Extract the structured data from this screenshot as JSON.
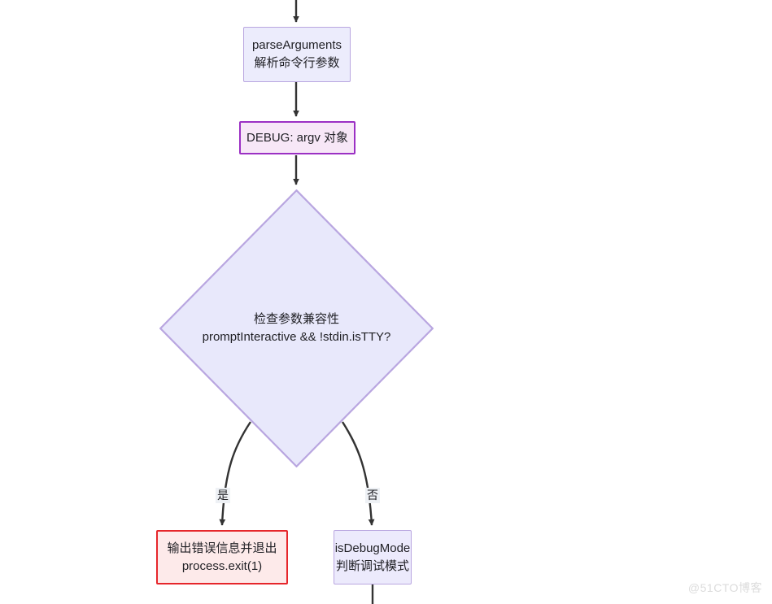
{
  "diagram": {
    "type": "flowchart",
    "direction": "top-to-bottom",
    "background_color": "#ffffff",
    "nodes": [
      {
        "id": "parseArguments",
        "shape": "rectangle",
        "lines": [
          "parseArguments",
          "解析命令行参数"
        ],
        "fill": "#ececfc",
        "stroke": "#b9a6e0"
      },
      {
        "id": "debugArgv",
        "shape": "rectangle",
        "lines": [
          "DEBUG: argv 对象"
        ],
        "fill": "#f7e7f7",
        "stroke": "#9b30c4"
      },
      {
        "id": "checkCompat",
        "shape": "diamond",
        "lines": [
          "检查参数兼容性",
          "promptInteractive && !stdin.isTTY?"
        ],
        "fill": "#e8e8fb",
        "stroke": "#b9a6e0"
      },
      {
        "id": "errorExit",
        "shape": "rectangle",
        "lines": [
          "输出错误信息并退出",
          "process.exit(1)"
        ],
        "fill": "#fdeaea",
        "stroke": "#e6262b"
      },
      {
        "id": "isDebugMode",
        "shape": "rectangle",
        "lines": [
          "isDebugMode",
          "判断调试模式"
        ],
        "fill": "#eceafc",
        "stroke": "#b9a6e0"
      }
    ],
    "edges": [
      {
        "id": "edge-in-parse",
        "from": "(offscreen-top)",
        "to": "parseArguments",
        "label": ""
      },
      {
        "id": "edge-parse-debug",
        "from": "parseArguments",
        "to": "debugArgv",
        "label": ""
      },
      {
        "id": "edge-debug-check",
        "from": "debugArgv",
        "to": "checkCompat",
        "label": ""
      },
      {
        "id": "edge-check-error",
        "from": "checkCompat",
        "to": "errorExit",
        "label": "是"
      },
      {
        "id": "edge-check-debugmode",
        "from": "checkCompat",
        "to": "isDebugMode",
        "label": "否"
      },
      {
        "id": "edge-out-debugmode",
        "from": "isDebugMode",
        "to": "(offscreen-bottom)",
        "label": ""
      }
    ],
    "edge_color": "#333333"
  },
  "watermark": {
    "text": "@51CTO博客"
  }
}
